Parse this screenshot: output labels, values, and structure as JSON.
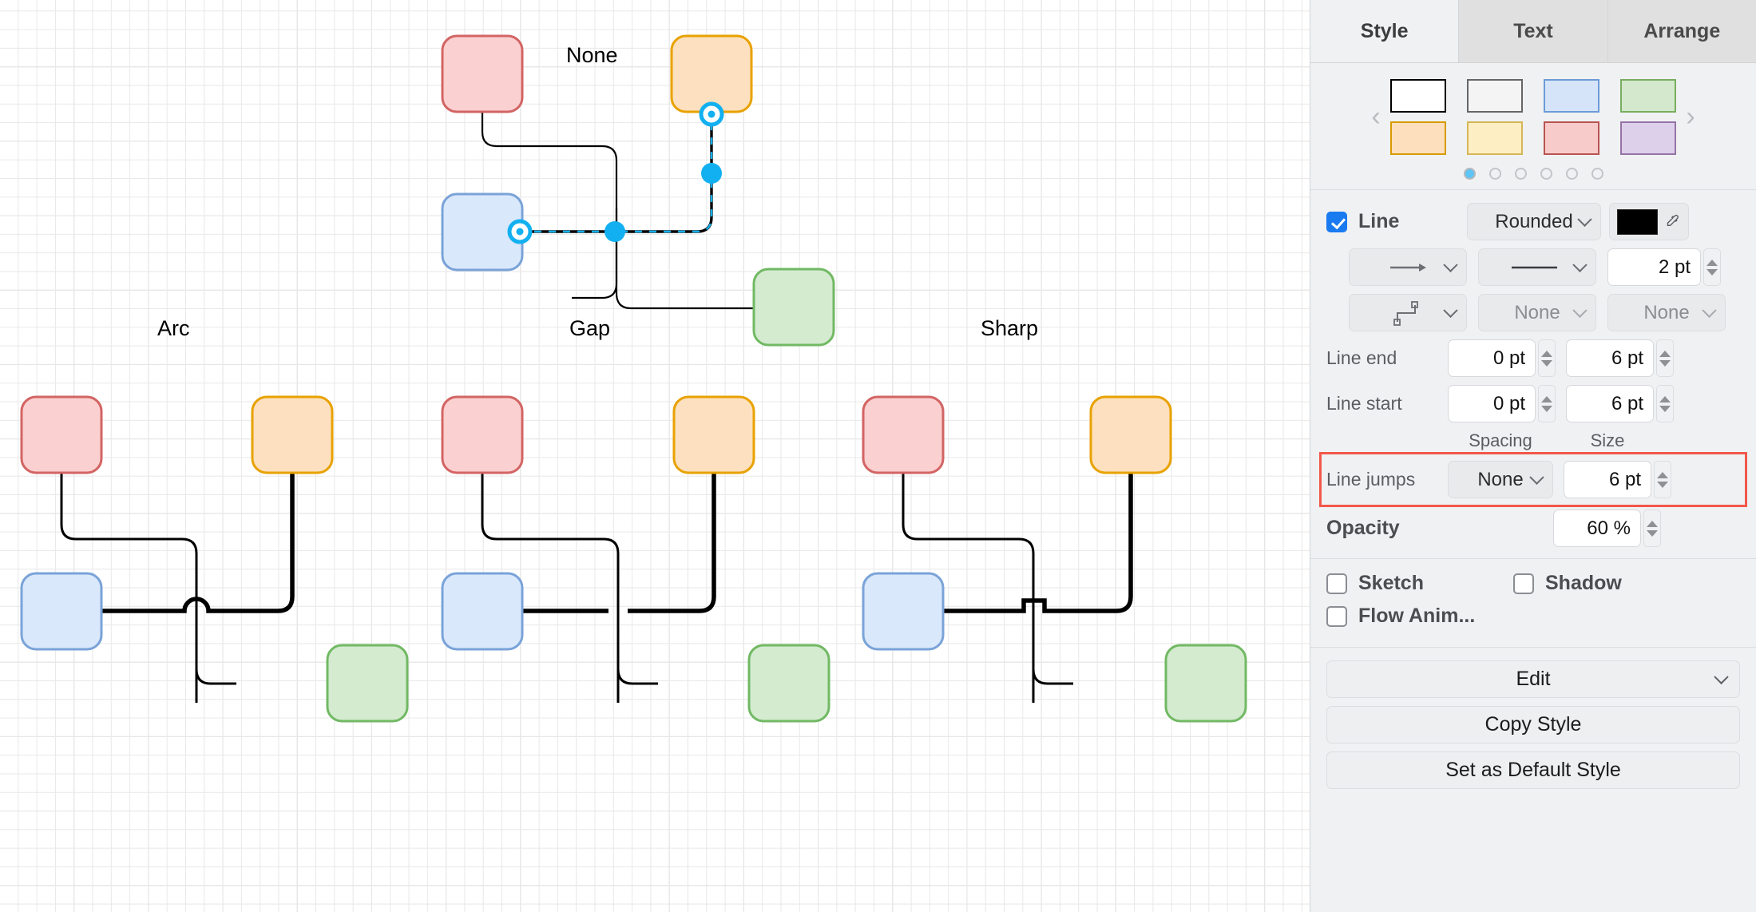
{
  "canvas": {
    "groups": [
      {
        "id": "none",
        "label": "None"
      },
      {
        "id": "arc",
        "label": "Arc"
      },
      {
        "id": "gap",
        "label": "Gap"
      },
      {
        "id": "sharp",
        "label": "Sharp"
      }
    ],
    "shape_colors": {
      "red_fill": "#fbd0d0",
      "red_stroke": "#d36464",
      "orange_fill": "#fde0bf",
      "orange_stroke": "#e8a200",
      "blue_fill": "#d9e8fb",
      "blue_stroke": "#7aa3d8",
      "green_fill": "#d4ebd0",
      "green_stroke": "#71b963"
    },
    "edge_color": "#000000",
    "selection_color": "#12b0f0"
  },
  "panel": {
    "tabs": [
      {
        "label": "Style",
        "active": true
      },
      {
        "label": "Text",
        "active": false
      },
      {
        "label": "Arrange",
        "active": false
      }
    ],
    "styles": {
      "prev_arrow": "‹",
      "next_arrow": "›",
      "swatches": [
        {
          "name": "white",
          "fill": "#ffffff",
          "stroke": "#000000"
        },
        {
          "name": "gray",
          "fill": "#f4f4f4",
          "stroke": "#666666"
        },
        {
          "name": "blue",
          "fill": "#d5e4f8",
          "stroke": "#6c9bd8"
        },
        {
          "name": "green",
          "fill": "#d3e8cd",
          "stroke": "#79ad5e"
        },
        {
          "name": "orange",
          "fill": "#fddfbd",
          "stroke": "#d79b00"
        },
        {
          "name": "yellow",
          "fill": "#fdeec3",
          "stroke": "#d6b656"
        },
        {
          "name": "red",
          "fill": "#f8cbcb",
          "stroke": "#b85450"
        },
        {
          "name": "purple",
          "fill": "#ddd0ea",
          "stroke": "#9673a6"
        }
      ],
      "page_count": 6,
      "active_page": 1
    },
    "line": {
      "checkbox_label": "Line",
      "checked": true,
      "shape_select": "Rounded",
      "color_swatch": "#000000",
      "picker_icon": "eyedropper-icon",
      "arrow_select_icon": "arrow-right-icon",
      "dash_select_icon": "solid-line-icon",
      "width_value": "2 pt",
      "waypoint_select_icon": "orthogonal-route-icon",
      "start_arrow_select": "None",
      "end_arrow_select": "None",
      "line_end_label": "Line end",
      "line_end_spacing": "0 pt",
      "line_end_size": "6 pt",
      "line_start_label": "Line start",
      "line_start_spacing": "0 pt",
      "line_start_size": "6 pt",
      "col_spacing_label": "Spacing",
      "col_size_label": "Size",
      "line_jumps_label": "Line jumps",
      "line_jumps_style": "None",
      "line_jumps_size": "6 pt",
      "highlight_color": "#f2574b",
      "opacity_label": "Opacity",
      "opacity_value": "60 %"
    },
    "effects": {
      "sketch_label": "Sketch",
      "sketch_checked": false,
      "shadow_label": "Shadow",
      "shadow_checked": false,
      "flow_anim_label": "Flow Anim...",
      "flow_anim_checked": false
    },
    "buttons": {
      "edit": "Edit",
      "copy_style": "Copy Style",
      "set_default": "Set as Default Style"
    }
  }
}
